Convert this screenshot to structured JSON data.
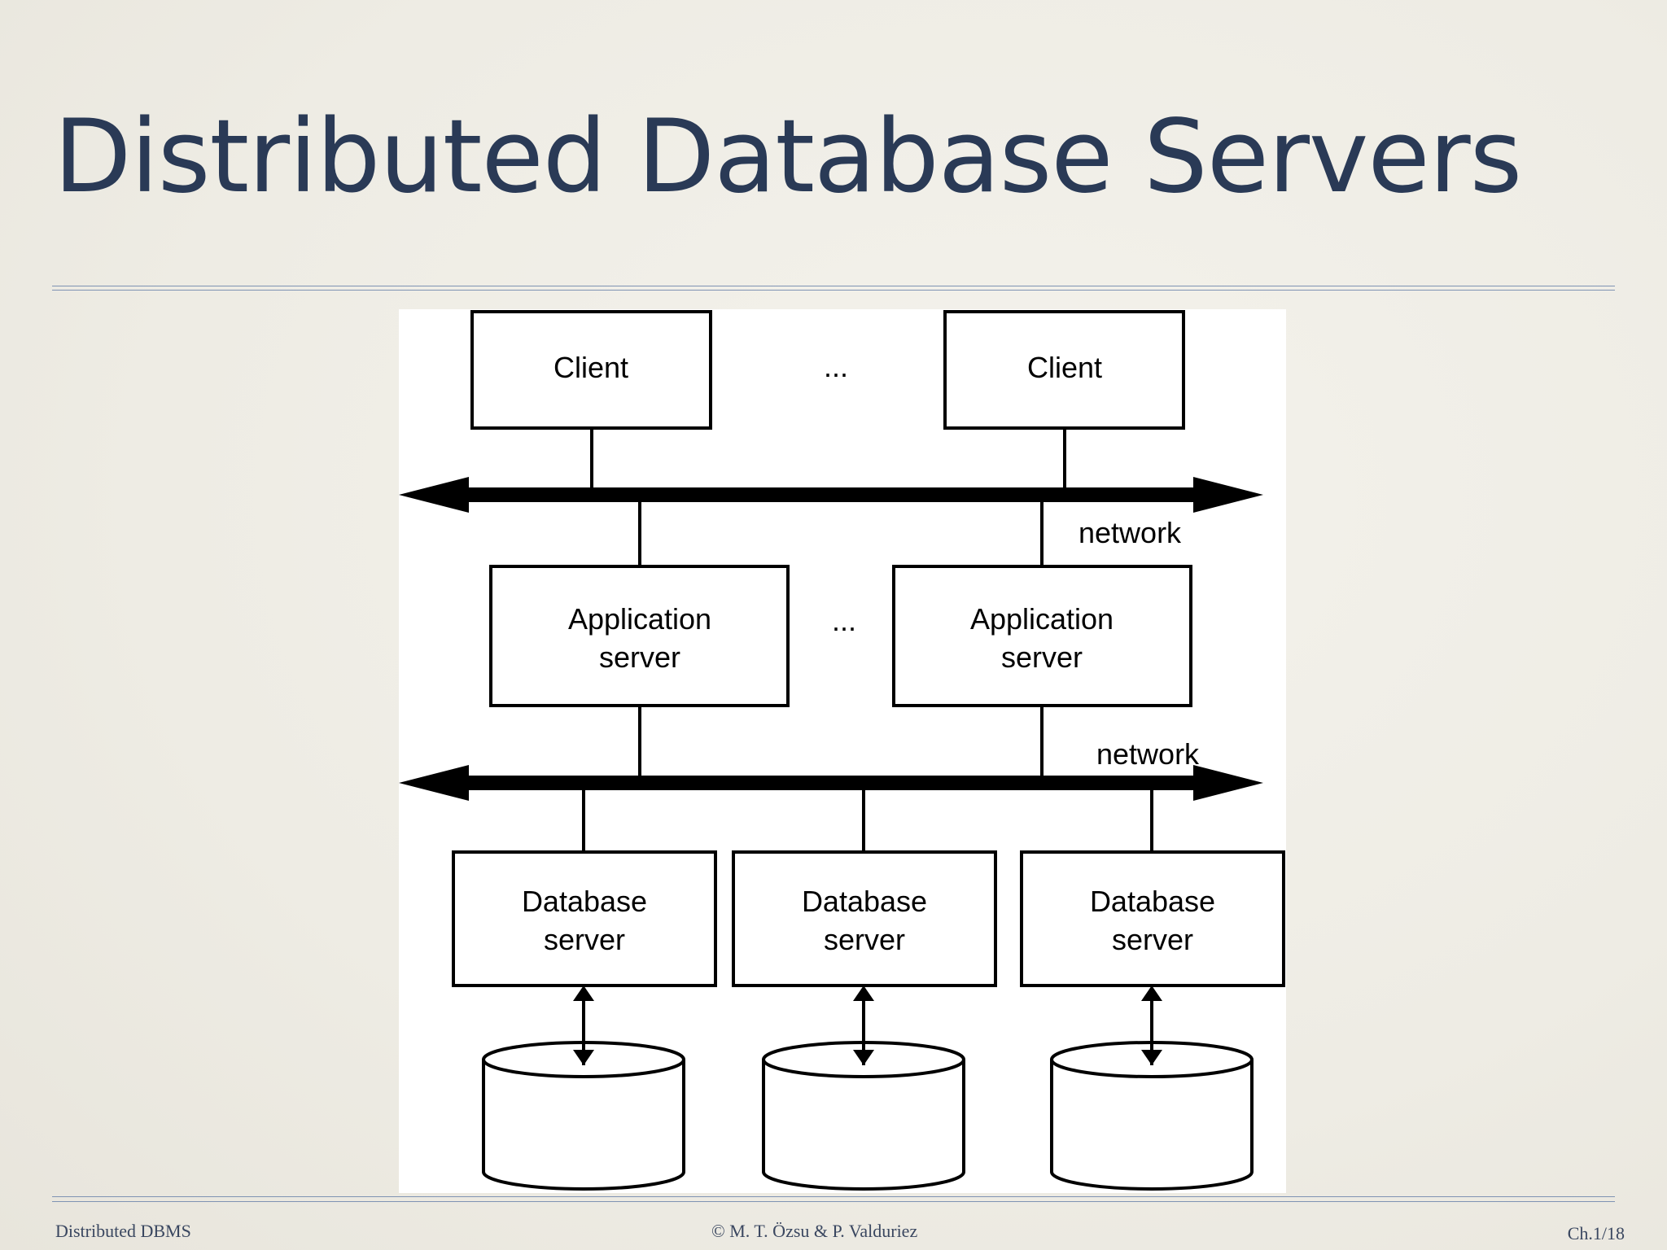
{
  "slide": {
    "title": "Distributed Database Servers"
  },
  "diagram": {
    "client_label": "Client",
    "ellipsis": "...",
    "network_label": "network",
    "app_server_line1": "Application",
    "app_server_line2": "server",
    "db_server_line1": "Database",
    "db_server_line2": "server"
  },
  "footer": {
    "left": "Distributed DBMS",
    "center": "© M. T. Özsu & P. Valduriez",
    "right": "Ch.1/18"
  },
  "colors": {
    "title": "#2a3a56",
    "rule": "#7f93b3",
    "background": "#f0eee7"
  }
}
